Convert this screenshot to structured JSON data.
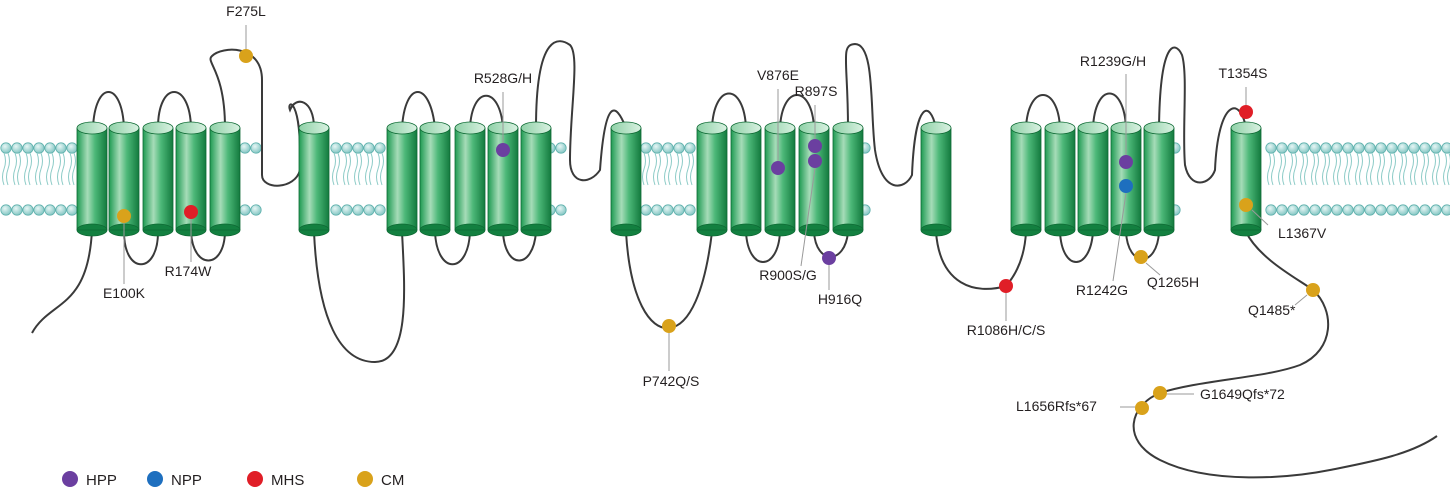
{
  "categories": {
    "HPP": {
      "label": "HPP",
      "color": "#6b3fa0"
    },
    "NPP": {
      "label": "NPP",
      "color": "#1e6fbf"
    },
    "MHS": {
      "label": "MHS",
      "color": "#e01e27"
    },
    "CM": {
      "label": "CM",
      "color": "#d9a21b"
    }
  },
  "legend_order": [
    "HPP",
    "NPP",
    "MHS",
    "CM"
  ],
  "mutations": [
    {
      "id": "F275L",
      "label": "F275L",
      "category": "CM"
    },
    {
      "id": "E100K",
      "label": "E100K",
      "category": "CM"
    },
    {
      "id": "R174W",
      "label": "R174W",
      "category": "MHS"
    },
    {
      "id": "R528GH",
      "label": "R528G/H",
      "category": "HPP"
    },
    {
      "id": "P742QS",
      "label": "P742Q/S",
      "category": "CM"
    },
    {
      "id": "V876E",
      "label": "V876E",
      "category": "HPP"
    },
    {
      "id": "R897S",
      "label": "R897S",
      "category": "HPP"
    },
    {
      "id": "R900SG",
      "label": "R900S/G",
      "category": "HPP"
    },
    {
      "id": "H916Q",
      "label": "H916Q",
      "category": "HPP"
    },
    {
      "id": "R1086HCS",
      "label": "R1086H/C/S",
      "category": "MHS"
    },
    {
      "id": "R1239GH",
      "label": "R1239G/H",
      "category": "HPP"
    },
    {
      "id": "R1242G",
      "label": "R1242G",
      "category": "NPP"
    },
    {
      "id": "Q1265H",
      "label": "Q1265H",
      "category": "CM"
    },
    {
      "id": "T1354S",
      "label": "T1354S",
      "category": "MHS"
    },
    {
      "id": "L1367V",
      "label": "L1367V",
      "category": "CM"
    },
    {
      "id": "Q1485",
      "label": "Q1485*",
      "category": "CM"
    },
    {
      "id": "G1649Qfs72",
      "label": "G1649Qfs*72",
      "category": "CM"
    },
    {
      "id": "L1656Rfs67",
      "label": "L1656Rfs*67",
      "category": "CM"
    }
  ]
}
